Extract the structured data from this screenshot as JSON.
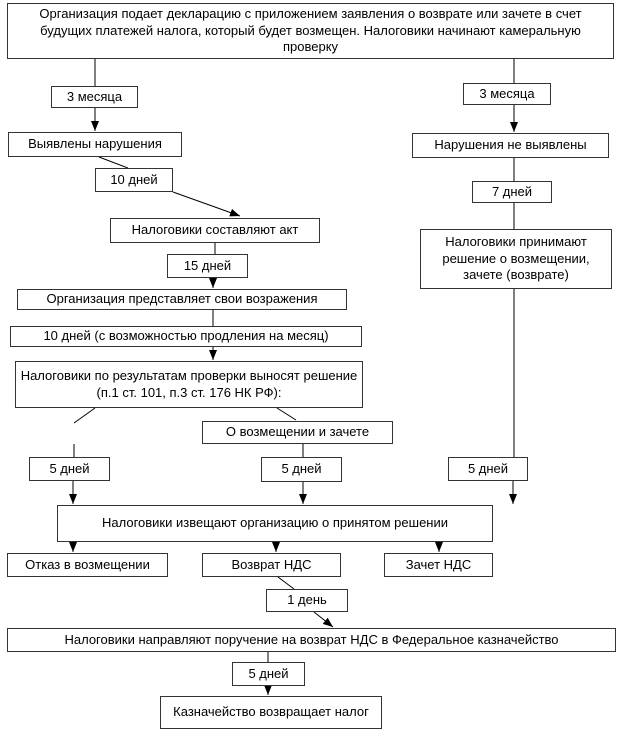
{
  "diagram": {
    "nodes": {
      "start": "Организация подает декларацию с приложением заявления о возврате или зачете в счет будущих платежей налога, который будет возмещен. Налоговики начинают камеральную проверку",
      "months3_left": "3 месяца",
      "months3_right": "3 месяца",
      "violations_found": "Выявлены нарушения",
      "no_violations": "Нарушения не выявлены",
      "days10": "10 дней",
      "days7": "7 дней",
      "act": "Налоговики составляют акт",
      "decision_right": "Налоговики принимают решение о возмещении, зачете (возврате)",
      "days15": "15 дней",
      "objections": "Организация представляет свои возражения",
      "days10_ext": "10 дней (с возможностью продления на месяц)",
      "decision": "Налоговики по результатам проверки выносят решение (п.1 ст. 101, п.3 ст. 176 НК РФ):",
      "comp_offset": "О возмещении и зачете",
      "days5_left": "5 дней",
      "days5_mid": "5 дней",
      "days5_right": "5 дней",
      "notify": "Налоговики извещают организацию о принятом решении",
      "refusal": "Отказ в возмещении",
      "vat_return": "Возврат НДС",
      "vat_offset": "Зачет НДС",
      "day1": "1 день",
      "treasury_order": "Налоговики направляют поручение на возврат НДС в Федеральное казначейство",
      "days5_bottom": "5 дней",
      "treasury_returns": "Казначейство возвращает налог"
    },
    "colors": {
      "box_border": "#333333",
      "line": "#000000",
      "text": "#000000",
      "background": "#ffffff"
    }
  }
}
